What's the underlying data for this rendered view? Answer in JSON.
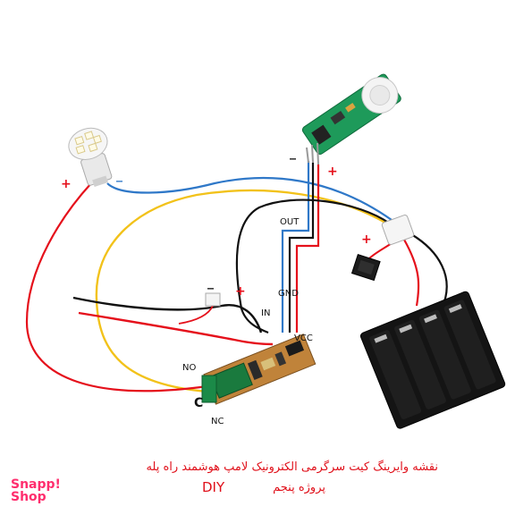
{
  "labels": {
    "out": "OUT",
    "gnd": "GND",
    "in": "IN",
    "vcc": "VCC",
    "no": "NO",
    "c": "C",
    "nc": "NC",
    "plus": "+",
    "minus": "_"
  },
  "caption": {
    "line1": "نقشه وایرینگ کیت سرگرمی الکترونیک لامپ هوشمند راه پله",
    "line2": "پروژه پنجم",
    "diy": "DIY"
  },
  "logo": {
    "line1": "Snapp!",
    "line2": "Shop"
  },
  "colors": {
    "red": "#e5101b",
    "yellow": "#f2c21a",
    "blue": "#2f78c8",
    "black": "#111111",
    "pcb_green": "#1e9a5a",
    "relay_pcb": "#c0833a",
    "relay_box": "#1a7a3e",
    "logo": "#ff2e6e"
  }
}
